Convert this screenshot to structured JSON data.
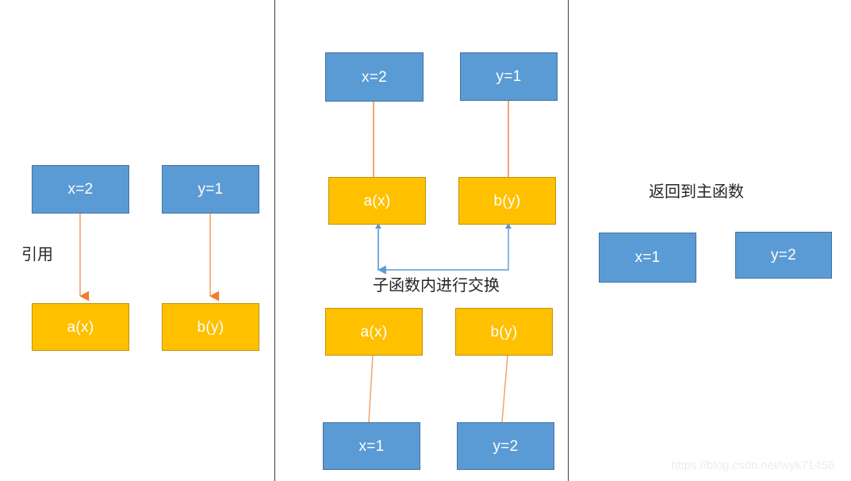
{
  "diagram": {
    "title_text_color": "#262626",
    "colors": {
      "blue_fill": "#5B9BD5",
      "blue_stroke": "#41719C",
      "orange_fill": "#FFC000",
      "orange_stroke": "#BF9000",
      "orange_arrow": "#ED7D31",
      "blue_arrow": "#5B9BD5",
      "divider": "#404040",
      "watermark": "#ededed"
    },
    "panels": {
      "left": {
        "label": "引用",
        "nodes": {
          "top_left": "x=2",
          "top_right": "y=1",
          "bottom_left": "a(x)",
          "bottom_right": "b(y)"
        }
      },
      "middle": {
        "label": "子函数内进行交换",
        "nodes": {
          "top_left": "x=2",
          "top_right": "y=1",
          "mid_left": "a(x)",
          "mid_right": "b(y)",
          "low_left": "a(x)",
          "low_right": "b(y)",
          "bottom_left": "x=1",
          "bottom_right": "y=2"
        }
      },
      "right": {
        "label": "返回到主函数",
        "nodes": {
          "left": "x=1",
          "right": "y=2"
        }
      }
    },
    "watermark": "https://blog.csdn.net/wyk71456"
  }
}
